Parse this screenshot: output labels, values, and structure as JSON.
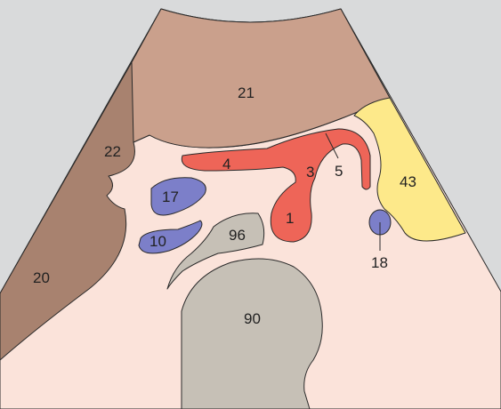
{
  "colors": {
    "background": "#d9dadb",
    "fan": "#fbe3da",
    "muscle_brown": "#caa08c",
    "liver_brown": "#a8826f",
    "artery_red": "#ee6558",
    "vein_blue": "#7c7fc9",
    "yellow": "#fde98a",
    "gray": "#c6c0b6",
    "outline": "#2a2a2a"
  },
  "labels": {
    "l1": "1",
    "l3": "3",
    "l4": "4",
    "l5": "5",
    "l10": "10",
    "l17": "17",
    "l18": "18",
    "l20": "20",
    "l21": "21",
    "l22": "22",
    "l43": "43",
    "l90": "90",
    "l96": "96"
  }
}
